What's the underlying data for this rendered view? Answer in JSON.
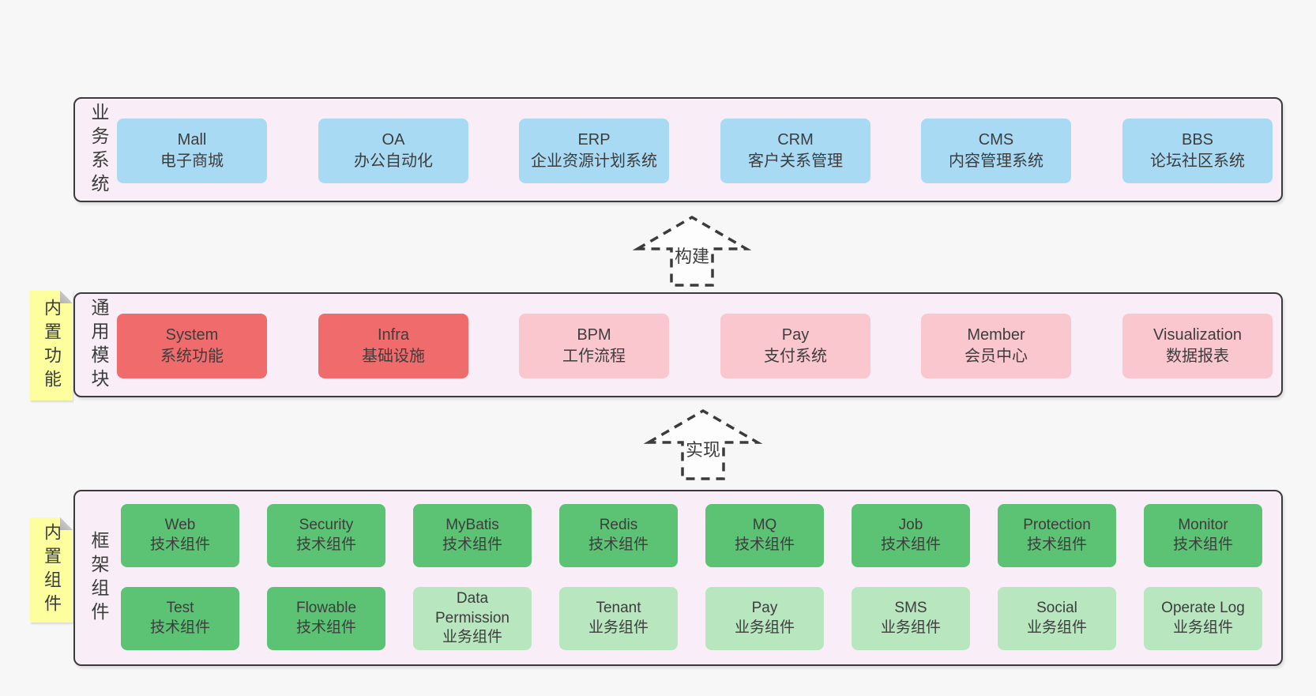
{
  "palette": {
    "page_bg": "#f7f7f7",
    "band_bg": "#f9eef8",
    "band_border": "#3b3b3b",
    "blue_box": "#a8daf4",
    "red_box": "#f06c6c",
    "pink_box": "#fbc7cf",
    "green_box": "#5cc274",
    "light_green_box": "#b7e6bf",
    "sticky_bg": "#fdff9e",
    "text": "#3d3d3d"
  },
  "layers": [
    {
      "name": "业务系统",
      "boxes": [
        {
          "title": "Mall",
          "subtitle": "电子商城"
        },
        {
          "title": "OA",
          "subtitle": "办公自动化"
        },
        {
          "title": "ERP",
          "subtitle": "企业资源计划系统"
        },
        {
          "title": "CRM",
          "subtitle": "客户关系管理"
        },
        {
          "title": "CMS",
          "subtitle": "内容管理系统"
        },
        {
          "title": "BBS",
          "subtitle": "论坛社区系统"
        }
      ]
    },
    {
      "name": "通用模块",
      "sticky": "内置功能",
      "boxes": [
        {
          "title": "System",
          "subtitle": "系统功能"
        },
        {
          "title": "Infra",
          "subtitle": "基础设施"
        },
        {
          "title": "BPM",
          "subtitle": "工作流程"
        },
        {
          "title": "Pay",
          "subtitle": "支付系统"
        },
        {
          "title": "Member",
          "subtitle": "会员中心"
        },
        {
          "title": "Visualization",
          "subtitle": "数据报表"
        }
      ]
    },
    {
      "name": "框架组件",
      "sticky": "内置组件",
      "rows": [
        [
          {
            "title": "Web",
            "subtitle": "技术组件"
          },
          {
            "title": "Security",
            "subtitle": "技术组件"
          },
          {
            "title": "MyBatis",
            "subtitle": "技术组件"
          },
          {
            "title": "Redis",
            "subtitle": "技术组件"
          },
          {
            "title": "MQ",
            "subtitle": "技术组件"
          },
          {
            "title": "Job",
            "subtitle": "技术组件"
          },
          {
            "title": "Protection",
            "subtitle": "技术组件"
          },
          {
            "title": "Monitor",
            "subtitle": "技术组件"
          }
        ],
        [
          {
            "title": "Test",
            "subtitle": "技术组件"
          },
          {
            "title": "Flowable",
            "subtitle": "技术组件"
          },
          {
            "title": "Data Permission",
            "subtitle": "业务组件"
          },
          {
            "title": "Tenant",
            "subtitle": "业务组件"
          },
          {
            "title": "Pay",
            "subtitle": "业务组件"
          },
          {
            "title": "SMS",
            "subtitle": "业务组件"
          },
          {
            "title": "Social",
            "subtitle": "业务组件"
          },
          {
            "title": "Operate Log",
            "subtitle": "业务组件"
          }
        ]
      ]
    }
  ],
  "arrows": [
    {
      "label": "构建"
    },
    {
      "label": "实现"
    }
  ]
}
